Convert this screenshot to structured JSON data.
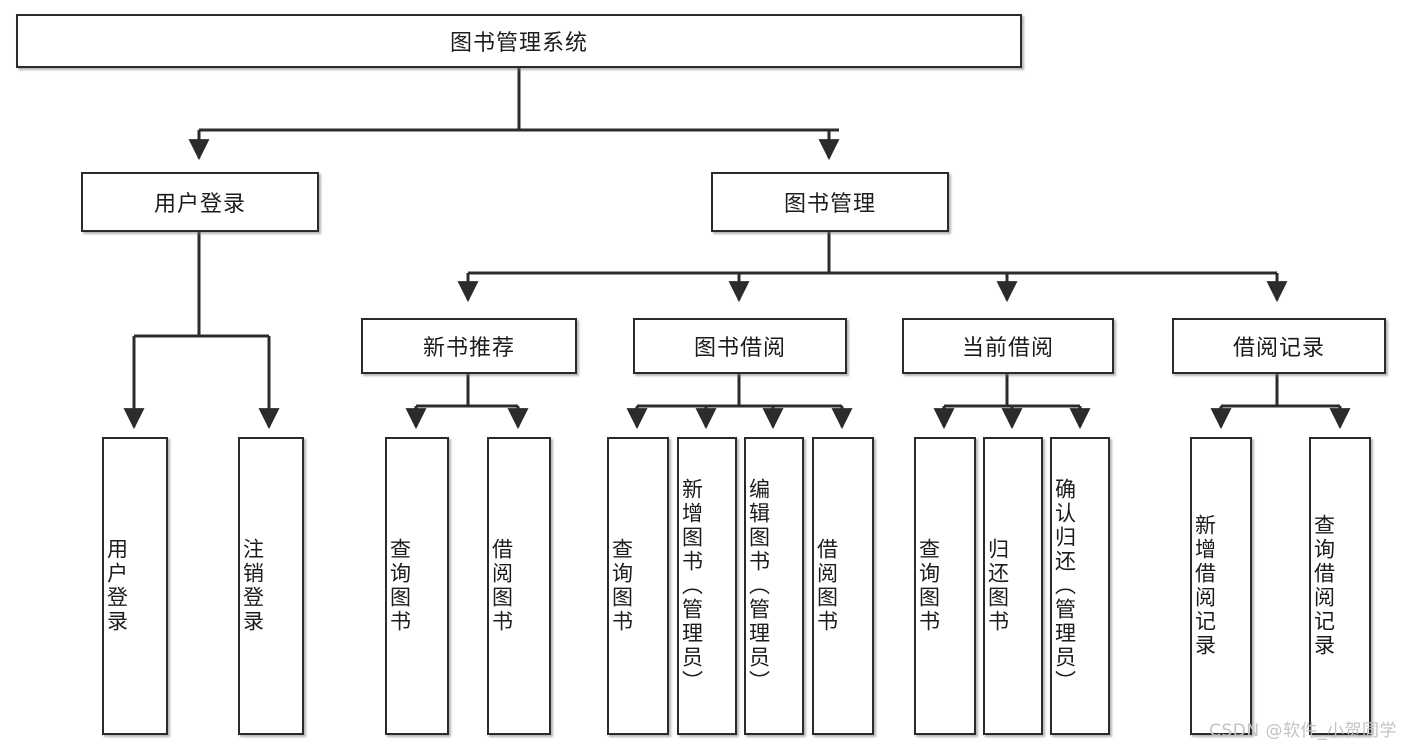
{
  "diagram": {
    "title_node": {
      "label": "图书管理系统"
    },
    "level2": [
      {
        "id": "user-login",
        "label": "用户登录"
      },
      {
        "id": "book-manage",
        "label": "图书管理"
      }
    ],
    "level3": [
      {
        "id": "new-book-rec",
        "label": "新书推荐"
      },
      {
        "id": "book-borrow",
        "label": "图书借阅"
      },
      {
        "id": "current-borrow",
        "label": "当前借阅"
      },
      {
        "id": "borrow-record",
        "label": "借阅记录"
      }
    ],
    "leaves": [
      {
        "id": "leaf-user-login",
        "label": "用户登录"
      },
      {
        "id": "leaf-logout-login",
        "label": "注销登录"
      },
      {
        "id": "leaf-query-book-1",
        "label": "查询图书"
      },
      {
        "id": "leaf-borrow-book-1",
        "label": "借阅图书"
      },
      {
        "id": "leaf-query-book-2",
        "label": "查询图书"
      },
      {
        "id": "leaf-add-book",
        "label": "新增图书（管理员）"
      },
      {
        "id": "leaf-edit-book",
        "label": "编辑图书（管理员）"
      },
      {
        "id": "leaf-borrow-book-2",
        "label": "借阅图书"
      },
      {
        "id": "leaf-query-book-3",
        "label": "查询图书"
      },
      {
        "id": "leaf-return-book",
        "label": "归还图书"
      },
      {
        "id": "leaf-confirm-return",
        "label": "确认归还（管理员）"
      },
      {
        "id": "leaf-add-record",
        "label": "新增借阅记录"
      },
      {
        "id": "leaf-query-record",
        "label": "查询借阅记录"
      }
    ]
  },
  "watermark": {
    "text": "CSDN @软件_小贺同学"
  },
  "colors": {
    "border": "#2b2b2b",
    "background": "#ffffff",
    "text": "#1c1c1c",
    "watermark": "#c3c3c3"
  }
}
